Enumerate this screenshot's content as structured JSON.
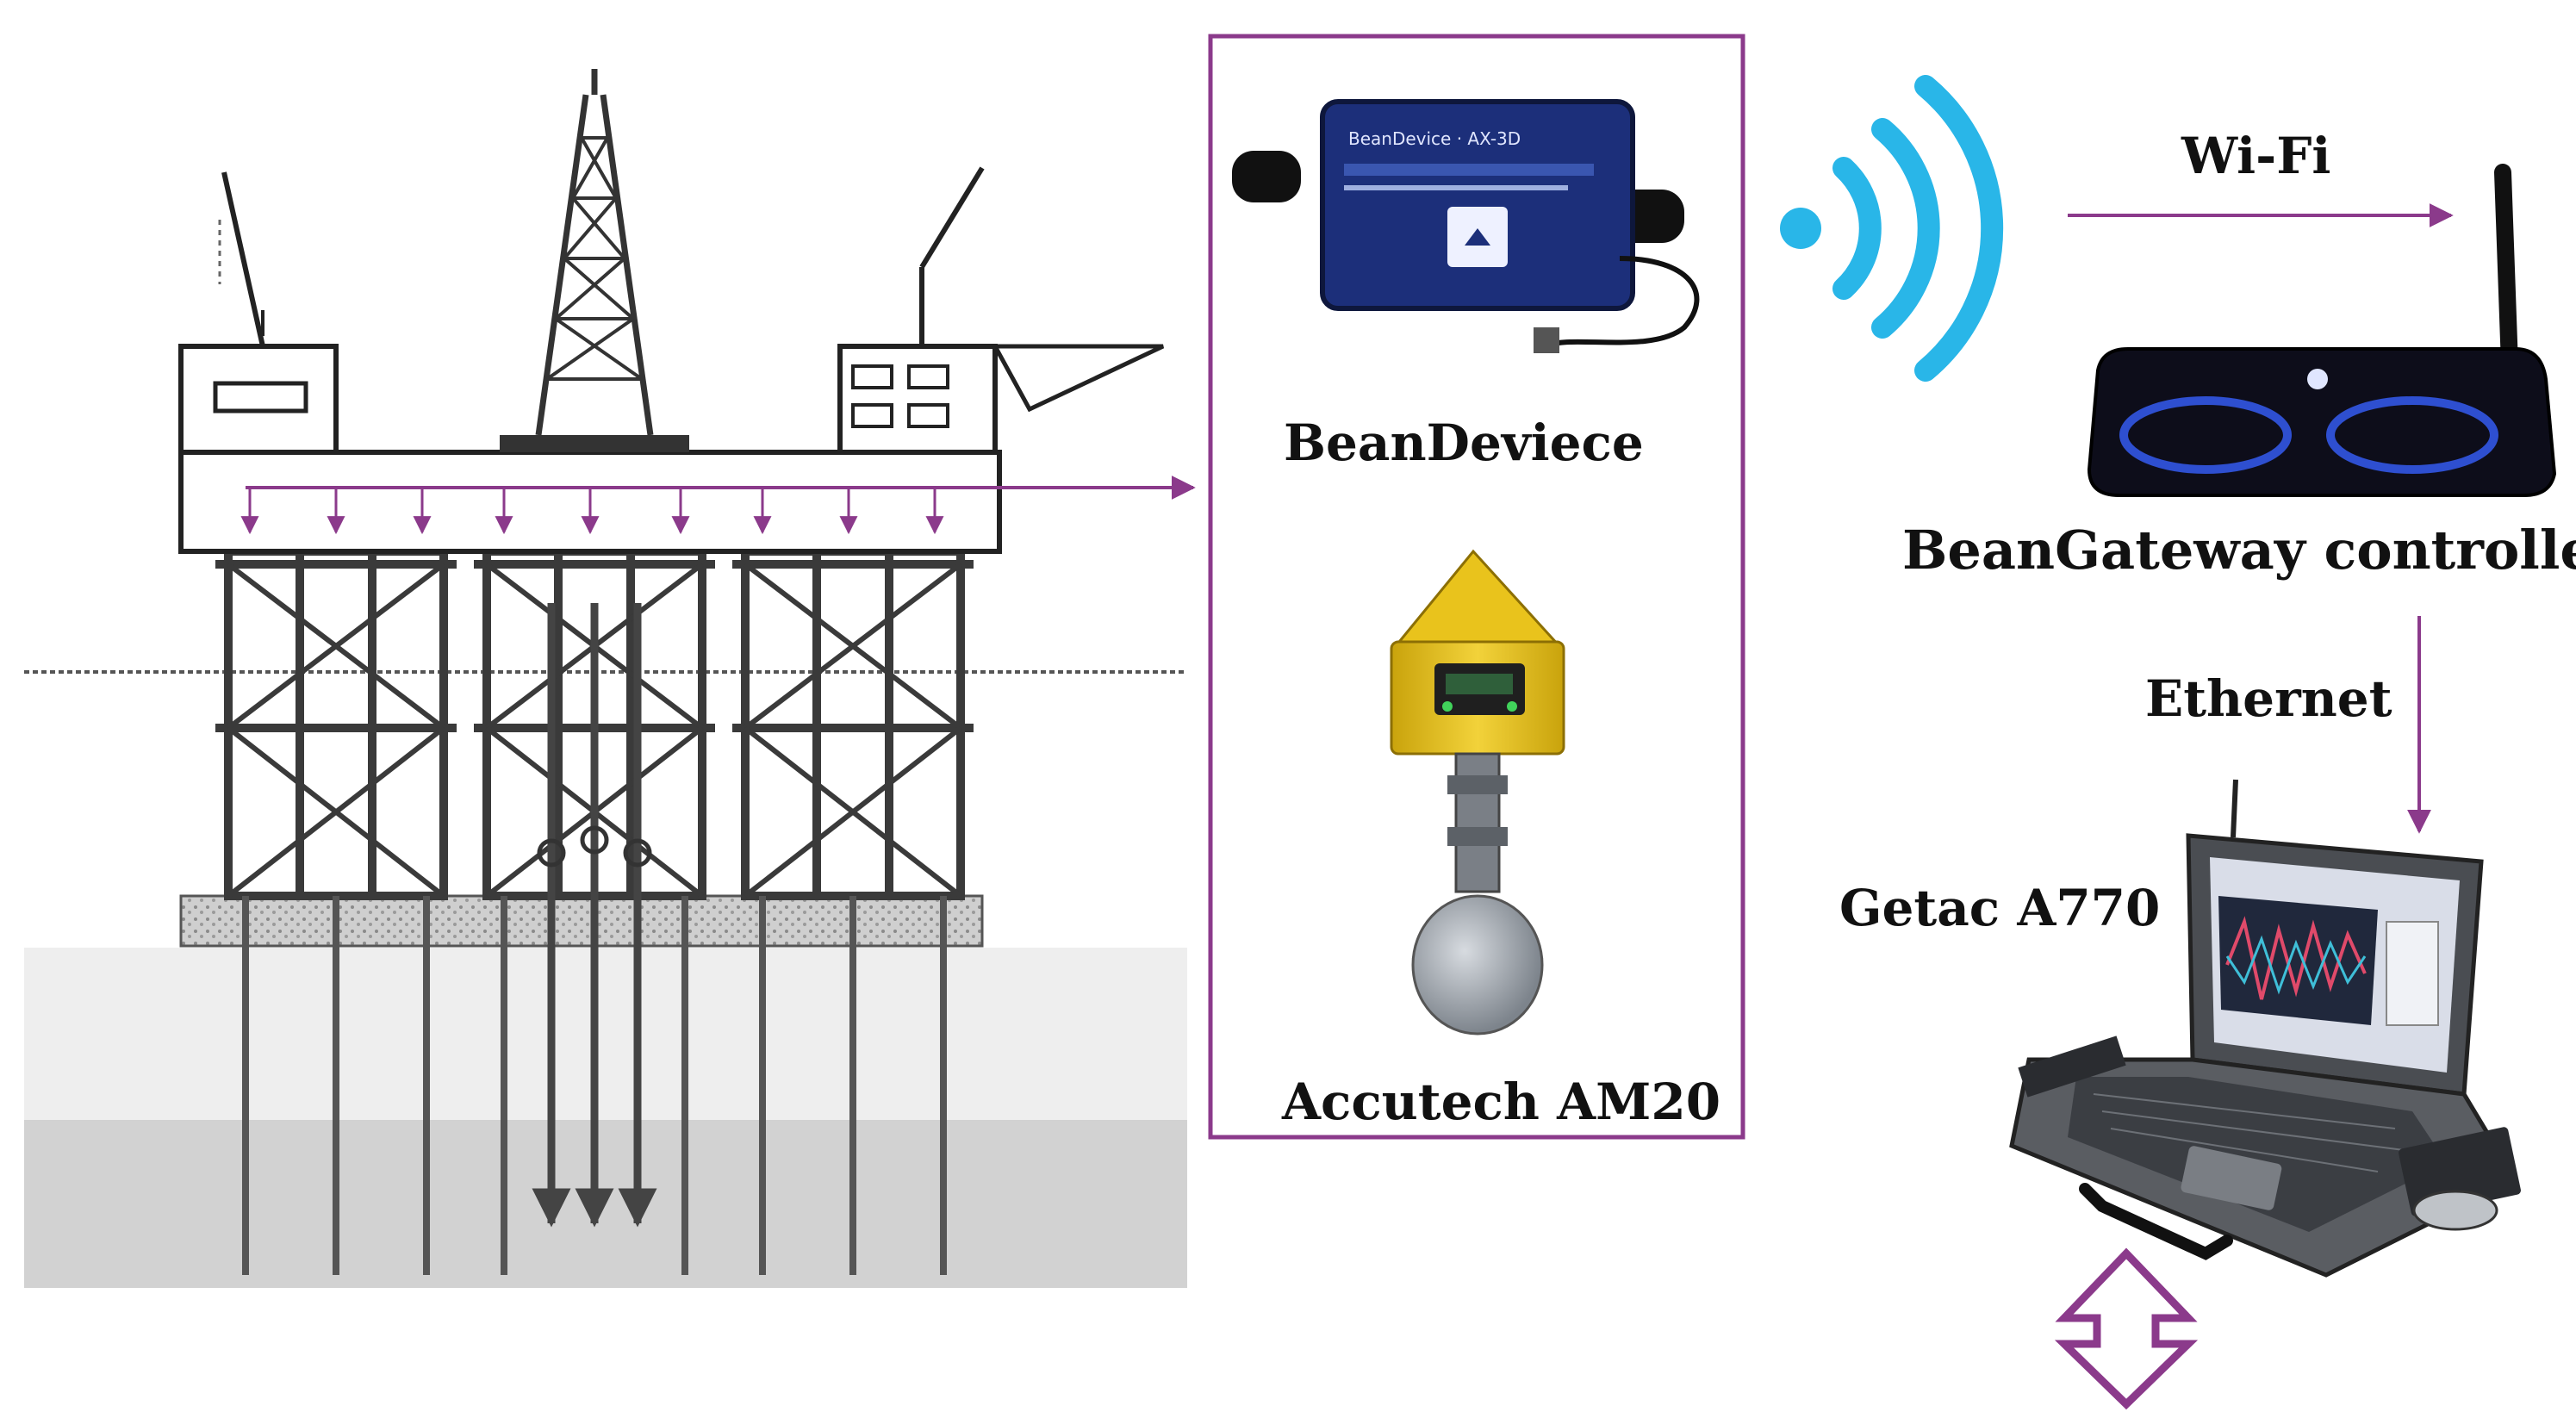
{
  "colors": {
    "accent": "#8b3a8b",
    "wifi": "#29b6e8",
    "device_blue": "#1c2f7a",
    "sensor_yellow": "#e9c31c",
    "steel": "#3a3a3a",
    "sea_light": "#eeeeee",
    "sea_mid": "#d4d4d4"
  },
  "icons": [
    "offshore-platform-icon",
    "wifi-signal-icon",
    "bean-device-icon",
    "accutech-sensor-icon",
    "gateway-router-icon",
    "rugged-laptop-icon",
    "double-arrow-icon"
  ],
  "labels": {
    "bean_device": "BeanDeviece",
    "accutech": "Accutech AM20",
    "wifi": "Wi-Fi",
    "gateway": "BeanGateway controller",
    "ethernet": "Ethernet",
    "laptop": "Getac A770"
  }
}
